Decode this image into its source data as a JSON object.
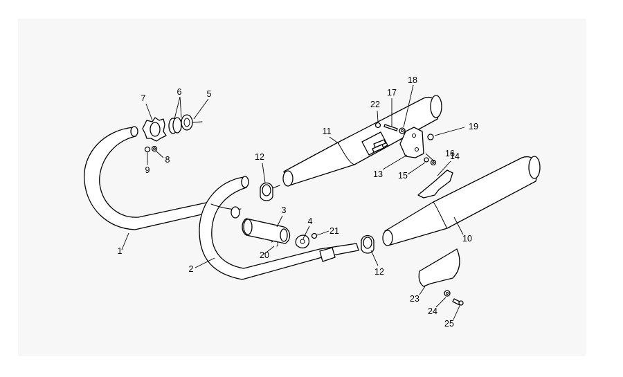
{
  "callouts": [
    {
      "id": "c1",
      "text": "1"
    },
    {
      "id": "c2",
      "text": "2"
    },
    {
      "id": "c3",
      "text": "3"
    },
    {
      "id": "c4",
      "text": "4"
    },
    {
      "id": "c5",
      "text": "5"
    },
    {
      "id": "c6",
      "text": "6"
    },
    {
      "id": "c7",
      "text": "7"
    },
    {
      "id": "c8",
      "text": "8"
    },
    {
      "id": "c9",
      "text": "9"
    },
    {
      "id": "c10",
      "text": "10"
    },
    {
      "id": "c11",
      "text": "11"
    },
    {
      "id": "c12a",
      "text": "12"
    },
    {
      "id": "c12b",
      "text": "12"
    },
    {
      "id": "c13",
      "text": "13"
    },
    {
      "id": "c14",
      "text": "14"
    },
    {
      "id": "c15",
      "text": "15"
    },
    {
      "id": "c16",
      "text": "16"
    },
    {
      "id": "c17",
      "text": "17"
    },
    {
      "id": "c18",
      "text": "18"
    },
    {
      "id": "c19",
      "text": "19"
    },
    {
      "id": "c20",
      "text": "20"
    },
    {
      "id": "c21",
      "text": "21"
    },
    {
      "id": "c22",
      "text": "22"
    },
    {
      "id": "c23",
      "text": "23"
    },
    {
      "id": "c24",
      "text": "24"
    },
    {
      "id": "c25",
      "text": "25"
    }
  ]
}
